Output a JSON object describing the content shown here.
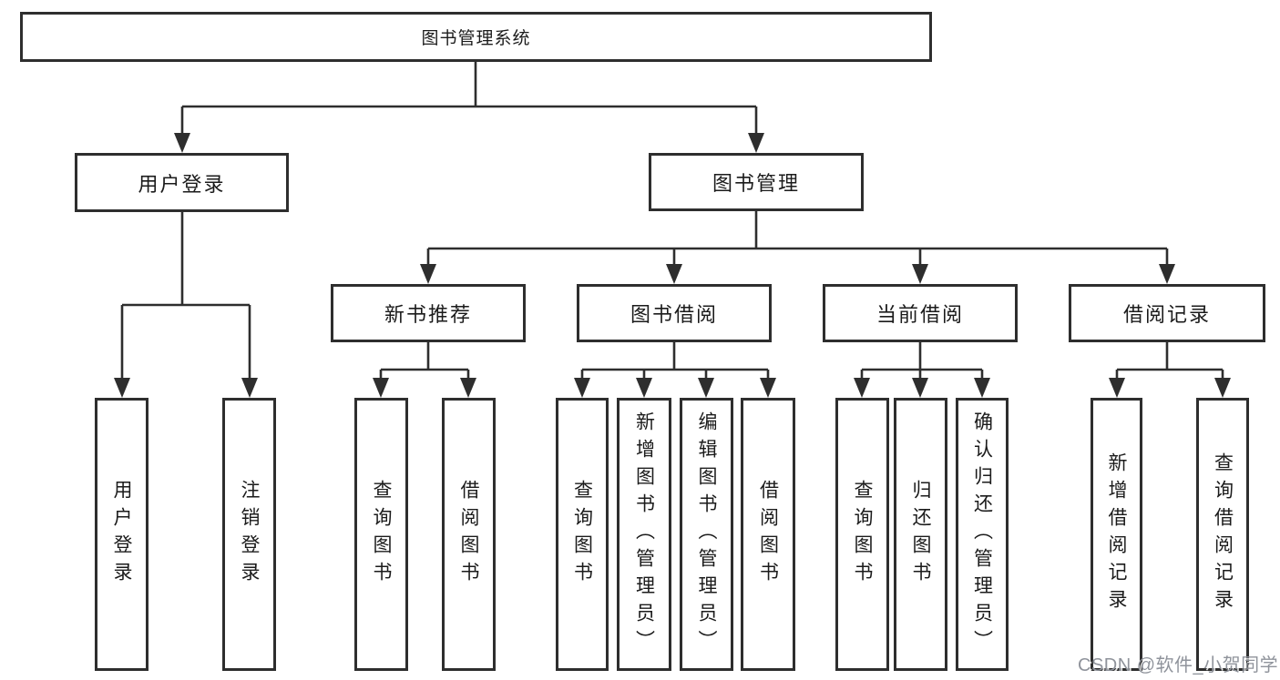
{
  "tree": {
    "root": "图书管理系统",
    "user_login": {
      "label": "用户登录",
      "children": [
        "用户登录",
        "注销登录"
      ]
    },
    "book_mgmt": {
      "label": "图书管理",
      "modules": [
        {
          "label": "新书推荐",
          "children": [
            "查询图书",
            "借阅图书"
          ]
        },
        {
          "label": "图书借阅",
          "children": [
            "查询图书",
            "新增图书（管理员）",
            "编辑图书（管理员）",
            "借阅图书"
          ]
        },
        {
          "label": "当前借阅",
          "children": [
            "查询图书",
            "归还图书",
            "确认归还（管理员）"
          ]
        },
        {
          "label": "借阅记录",
          "children": [
            "新增借阅记录",
            "查询借阅记录"
          ]
        }
      ]
    }
  },
  "watermark": {
    "text": "CSDN @软件_小贺同学"
  },
  "colors": {
    "line": "#2e2e2e",
    "box_border": "#2e2e2e",
    "text": "#1b1b1b",
    "watermark": "#8f939b",
    "background": "#ffffff"
  }
}
